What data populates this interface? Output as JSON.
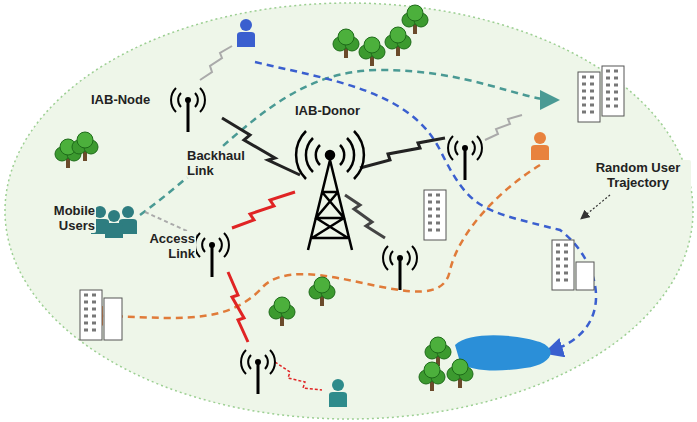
{
  "diagram": {
    "labels": [
      "IAB-Node",
      "Backhaul Link",
      "IAB-Donor",
      "Mobile Users",
      "Access Link",
      "Random User Trajectory"
    ]
  }
}
